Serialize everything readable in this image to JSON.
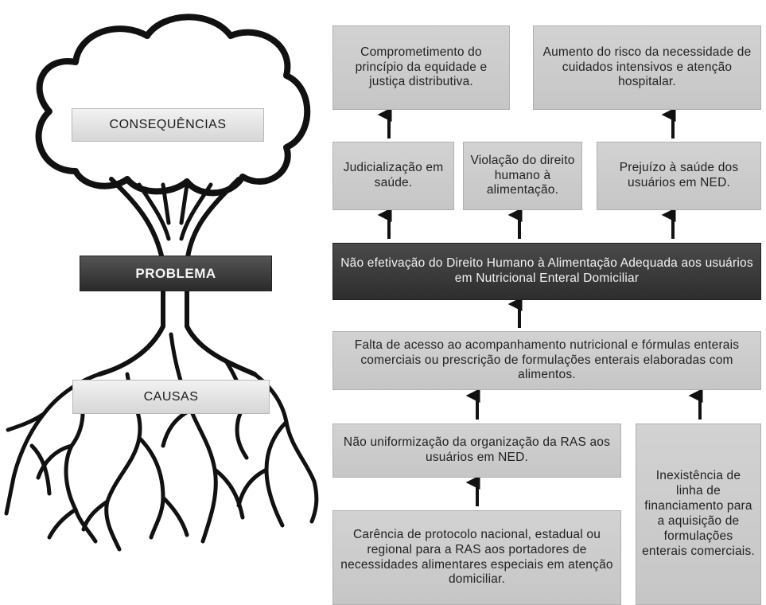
{
  "tree": {
    "consequences_label": "CONSEQUÊNCIAS",
    "problem_label": "PROBLEMA",
    "causes_label": "CAUSAS"
  },
  "consequences": {
    "equity": "Comprometimento do princípio da equidade e justiça distributiva.",
    "intensive_care": "Aumento do risco da necessidade de cuidados intensivos e atenção hospitalar.",
    "judicialization": "Judicialização em saúde.",
    "right_violation": "Violação do direito humano à alimentação.",
    "health_damage": "Prejuízo à saúde dos usuários em NED."
  },
  "problem": {
    "text": "Não efetivação do Direito Humano à Alimentação Adequada aos usuários  em Nutricional Enteral Domiciliar"
  },
  "causes": {
    "access": "Falta de acesso ao acompanhamento nutricional e fórmulas enterais comerciais ou prescrição de formulações enterais elaboradas com alimentos.",
    "ras": "Não uniformização da organização da RAS aos usuários em NED.",
    "protocol": "Carência de protocolo nacional, estadual ou regional para a RAS aos portadores de necessidades alimentares especiais em atenção domiciliar.",
    "financing": "Inexistência de linha de financiamento para a aquisição de formulações enterais comerciais."
  }
}
